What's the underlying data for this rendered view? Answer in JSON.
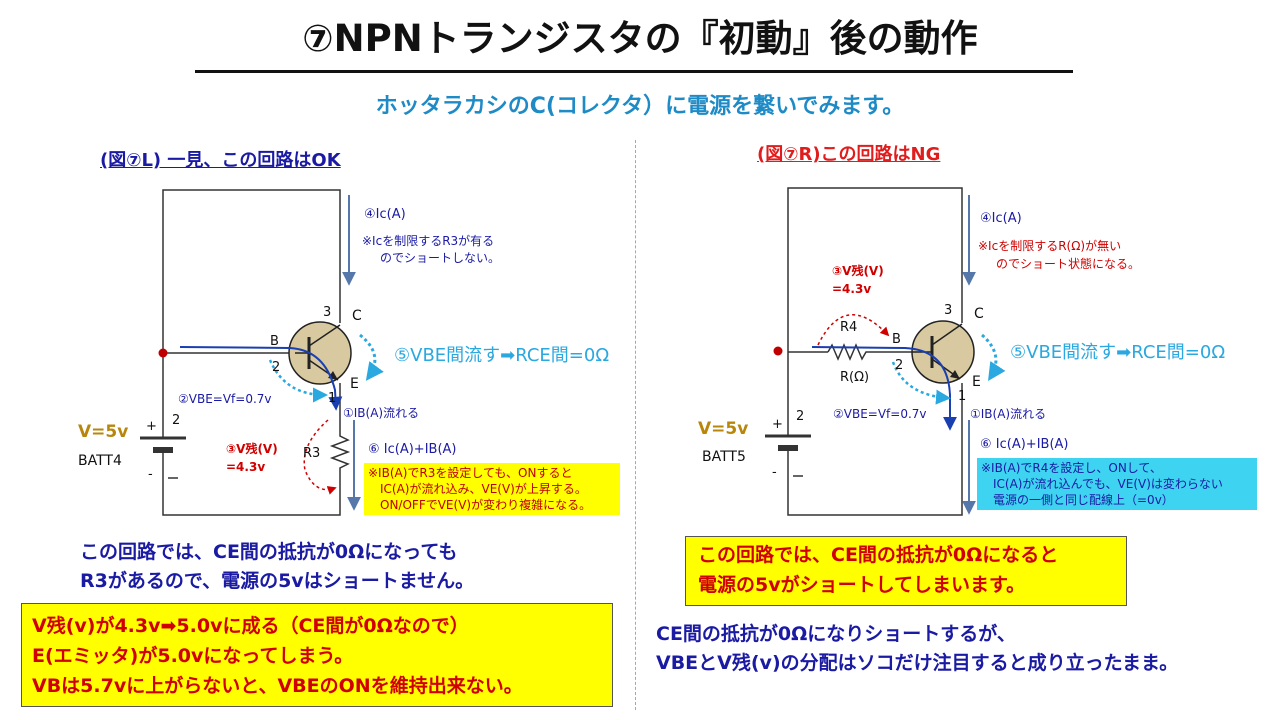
{
  "title": "⑦NPNトランジスタの『初動』後の動作",
  "subtitle": "ホッタラカシのC(コレクタ）に電源を繋いでみます。",
  "left": {
    "heading": "(図⑦L) 一見、この回路はOK",
    "ic_label": "④Ic(A)",
    "ic_note_1": "※Icを制限するR3が有る",
    "ic_note_2": "のでショートしない。",
    "pin3": "3",
    "pin_c": "C",
    "pin_b": "B",
    "pin2": "2",
    "pin_e": "E",
    "pin1": "1",
    "rce_label": "⑤VBE間流す➡RCE間=0Ω",
    "vbe_label": "②VBE=Vf=0.7v",
    "ib_label": "①IB(A)流れる",
    "plus": "+",
    "batt_pin": "2",
    "minus": "-",
    "v_label": "V=5v",
    "batt_name": "BATT4",
    "vzan_label": "③V残(V)",
    "vzan_value": "=4.3v",
    "r_name": "R3",
    "sum_label": "⑥ Ic(A)+IB(A)",
    "note_lines": [
      "※IB(A)でR3を設定しても、ONすると",
      "IC(A)が流れ込み、VE(V)が上昇する。",
      "ON/OFFでVE(V)が変わり複雑になる。"
    ],
    "para": [
      "この回路では、CE間の抵抗が0Ωになっても",
      "R3があるので、電源の5vはショートません。"
    ],
    "box": [
      "V残(v)が4.3v➡5.0vに成る（CE間が0Ωなので）",
      "E(エミッタ)が5.0vになってしまう。",
      "VBは5.7vに上がらないと、VBEのONを維持出来ない。"
    ]
  },
  "right": {
    "heading": "(図⑦R)この回路はNG",
    "ic_label": "④Ic(A)",
    "ic_note_1": "※Icを制限するR(Ω)が無い",
    "ic_note_2": "のでショート状態になる。",
    "vzan_label": "③V残(V)",
    "vzan_value": "=4.3v",
    "r_name": "R4",
    "r_value": "R(Ω)",
    "pin3": "3",
    "pin_c": "C",
    "pin_b": "B",
    "pin2": "2",
    "pin_e": "E",
    "pin1": "1",
    "rce_label": "⑤VBE間流す➡RCE間=0Ω",
    "vbe_label": "②VBE=Vf=0.7v",
    "ib_label": "①IB(A)流れる",
    "plus": "+",
    "batt_pin": "2",
    "minus": "-",
    "v_label": "V=5v",
    "batt_name": "BATT5",
    "sum_label": "⑥ Ic(A)+IB(A)",
    "note_lines": [
      "※IB(A)でR4を設定し、ONして、",
      "IC(A)が流れ込んでも、VE(V)は変わらない",
      "電源の一側と同じ配線上（=0v）"
    ],
    "box": [
      "この回路では、CE間の抵抗が0Ωになると",
      "電源の5vがショートしてしまいます。"
    ],
    "para": [
      "CE間の抵抗が0Ωになりショートするが、",
      "VBEとV残(v)の分配はソコだけ注目すると成り立ったまま。"
    ]
  },
  "colors": {
    "title": "#111111",
    "subtitle": "#1e8ac6",
    "blue_text": "#1a1aa3",
    "red_text": "#e01c1c",
    "cyan": "#2aa8e0",
    "transistor": "#d8c9a0",
    "highlight": "#ffff00",
    "cyan_box": "#3ed3f0"
  }
}
